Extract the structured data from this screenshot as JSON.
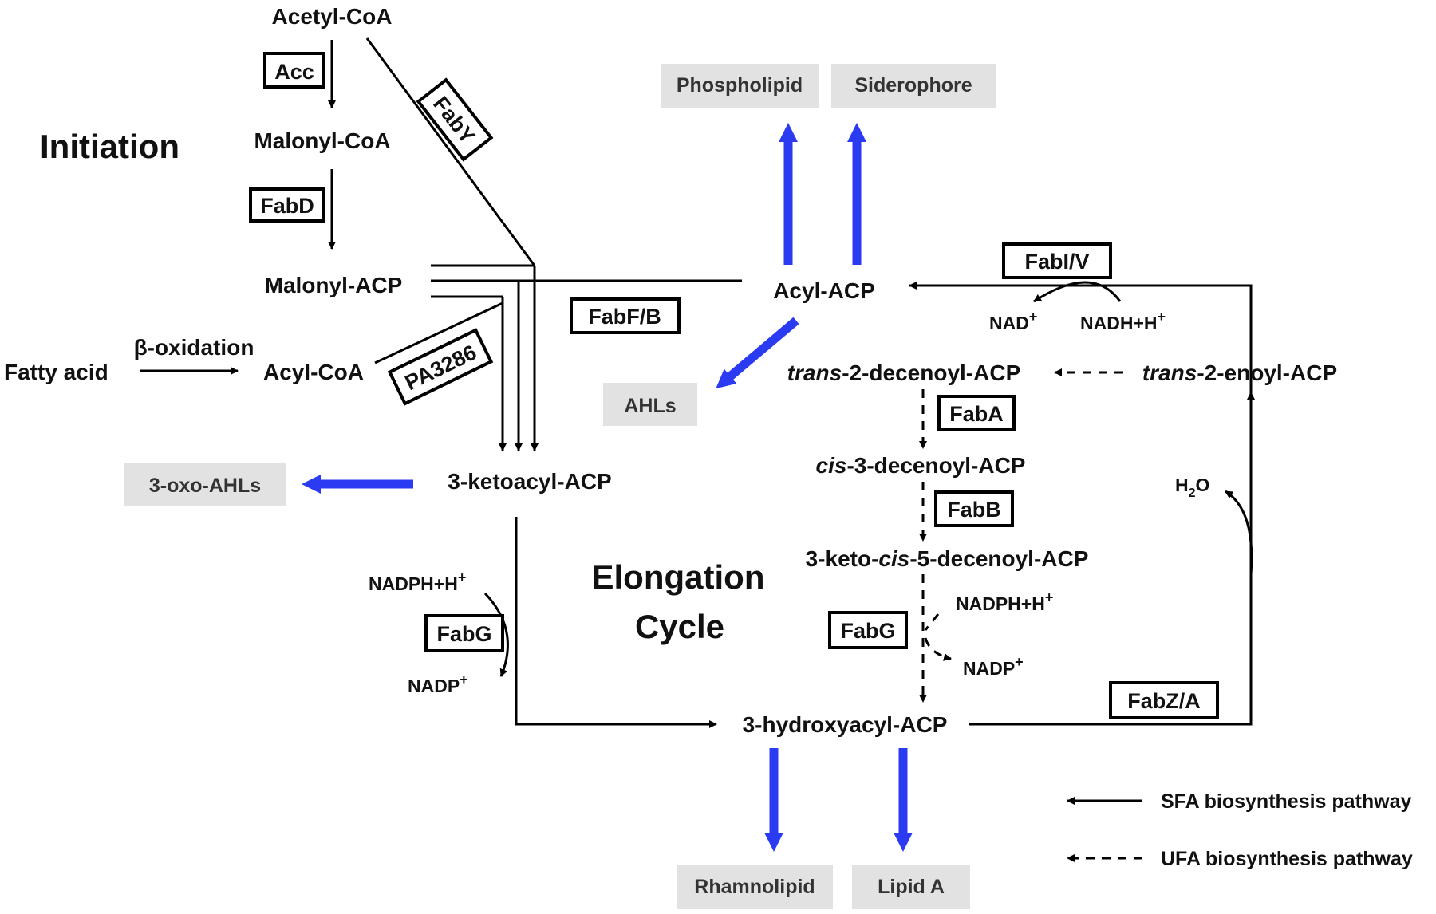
{
  "labels": {
    "initiation": "Initiation",
    "elongation_line1": "Elongation",
    "elongation_line2": "Cycle"
  },
  "molecules": {
    "acetyl_coa": "Acetyl-CoA",
    "malonyl_coa": "Malonyl-CoA",
    "malonyl_acp": "Malonyl-ACP",
    "fatty_acid": "Fatty acid",
    "beta_oxidation": "β-oxidation",
    "acyl_coa": "Acyl-CoA",
    "ketoacyl_acp": "3-ketoacyl-ACP",
    "acyl_acp": "Acyl-ACP",
    "trans_decenoyl_italic": "trans",
    "trans_decenoyl_rest": "-2-decenoyl-ACP",
    "trans_enoyl_italic": "trans",
    "trans_enoyl_rest": "-2-enoyl-ACP",
    "cis_decenoyl_italic": "cis",
    "cis_decenoyl_rest": "-3-decenoyl-ACP",
    "keto_cis_pre": "3-keto-",
    "keto_cis_italic": "cis",
    "keto_cis_post": "-5-decenoyl-ACP",
    "hydroxyacyl_acp": "3-hydroxyacyl-ACP"
  },
  "cofactors": {
    "nadph_left": "NADPH+H",
    "nadph_left_sup": "+",
    "nadp_left": "NADP",
    "nadp_left_sup": "+",
    "nadph_right": "NADPH+H",
    "nadph_right_sup": "+",
    "nadp_right": "NADP",
    "nadp_right_sup": "+",
    "nad": "NAD",
    "nad_sup": "+",
    "nadh": "NADH+H",
    "nadh_sup": "+",
    "water_h": "H",
    "water_sub": "2",
    "water_o": "O"
  },
  "enzymes": {
    "acc": "Acc",
    "fabd": "FabD",
    "faby": "FabY",
    "pa3286": "PA3286",
    "fabfb": "FabF/B",
    "fabiv": "FabI/V",
    "faba": "FabA",
    "fabb": "FabB",
    "fabg_right": "FabG",
    "fabg_left": "FabG",
    "fabza": "FabZ/A"
  },
  "products": {
    "phospholipid": "Phospholipid",
    "siderophore": "Siderophore",
    "ahls": "AHLs",
    "oxo_ahls": "3-oxo-AHLs",
    "rhamnolipid": "Rhamnolipid",
    "lipid_a": "Lipid A"
  },
  "legend": {
    "sfa": "SFA biosynthesis pathway",
    "ufa": "UFA biosynthesis pathway"
  },
  "colors": {
    "diversion_arrow": "#2b3bf2",
    "product_box": "#e2e2e2",
    "line": "#000000"
  }
}
